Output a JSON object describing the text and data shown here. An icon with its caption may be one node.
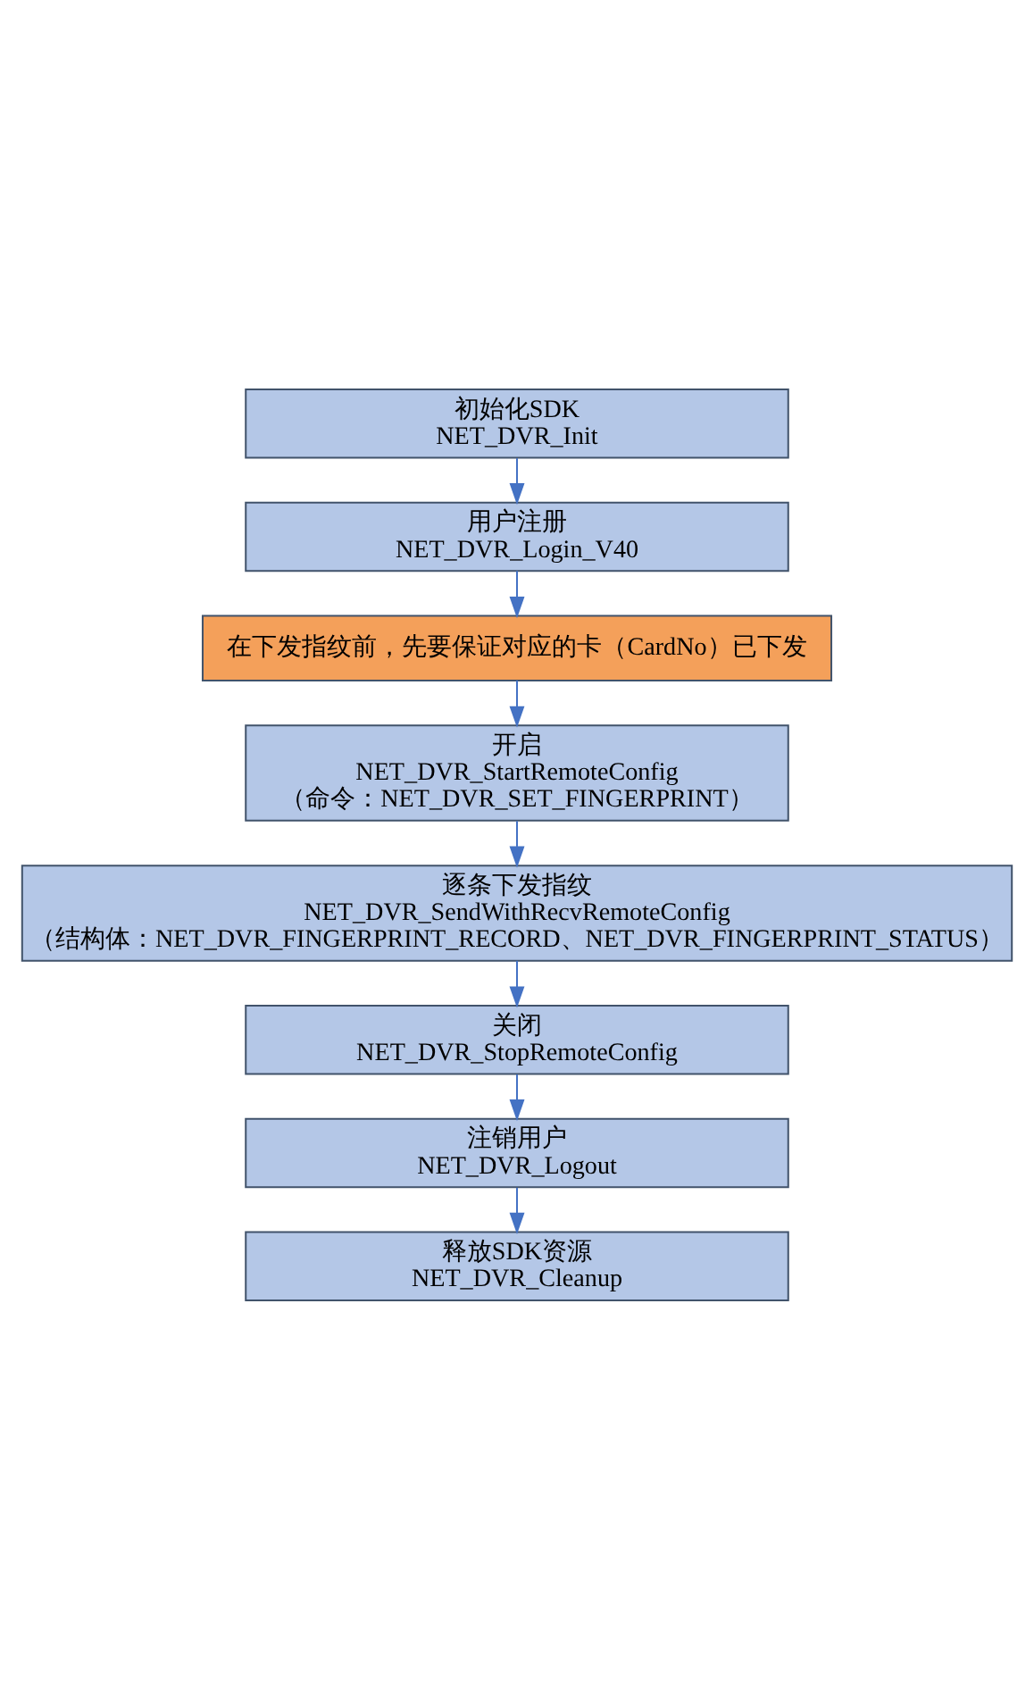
{
  "diagram": {
    "nodes": [
      {
        "text": [
          "初始化SDK",
          "NET_DVR_Init"
        ]
      },
      {
        "text": [
          "用户注册",
          "NET_DVR_Login_V40"
        ]
      },
      {
        "text": [
          "在下发指纹前，先要保证对应的卡（CardNo）已下发"
        ]
      },
      {
        "text": [
          "开启",
          "NET_DVR_StartRemoteConfig",
          "（命令：NET_DVR_SET_FINGERPRINT）"
        ]
      },
      {
        "text": [
          "逐条下发指纹",
          "NET_DVR_SendWithRecvRemoteConfig",
          "（结构体：NET_DVR_FINGERPRINT_RECORD、NET_DVR_FINGERPRINT_STATUS）"
        ]
      },
      {
        "text": [
          "关闭",
          "NET_DVR_StopRemoteConfig"
        ]
      },
      {
        "text": [
          "注销用户",
          "NET_DVR_Logout"
        ]
      },
      {
        "text": [
          "释放SDK资源",
          "NET_DVR_Cleanup"
        ]
      }
    ],
    "edges": [
      {
        "from": 0,
        "to": 1,
        "arrow": "to"
      },
      {
        "from": 1,
        "to": 2,
        "arrow": "to"
      },
      {
        "from": 2,
        "to": 3,
        "arrow": "to"
      },
      {
        "from": 3,
        "to": 4,
        "arrow": "to"
      },
      {
        "from": 4,
        "to": 5,
        "arrow": "to"
      },
      {
        "from": 5,
        "to": 6,
        "arrow": "to"
      },
      {
        "from": 6,
        "to": 7,
        "arrow": "to"
      }
    ]
  }
}
